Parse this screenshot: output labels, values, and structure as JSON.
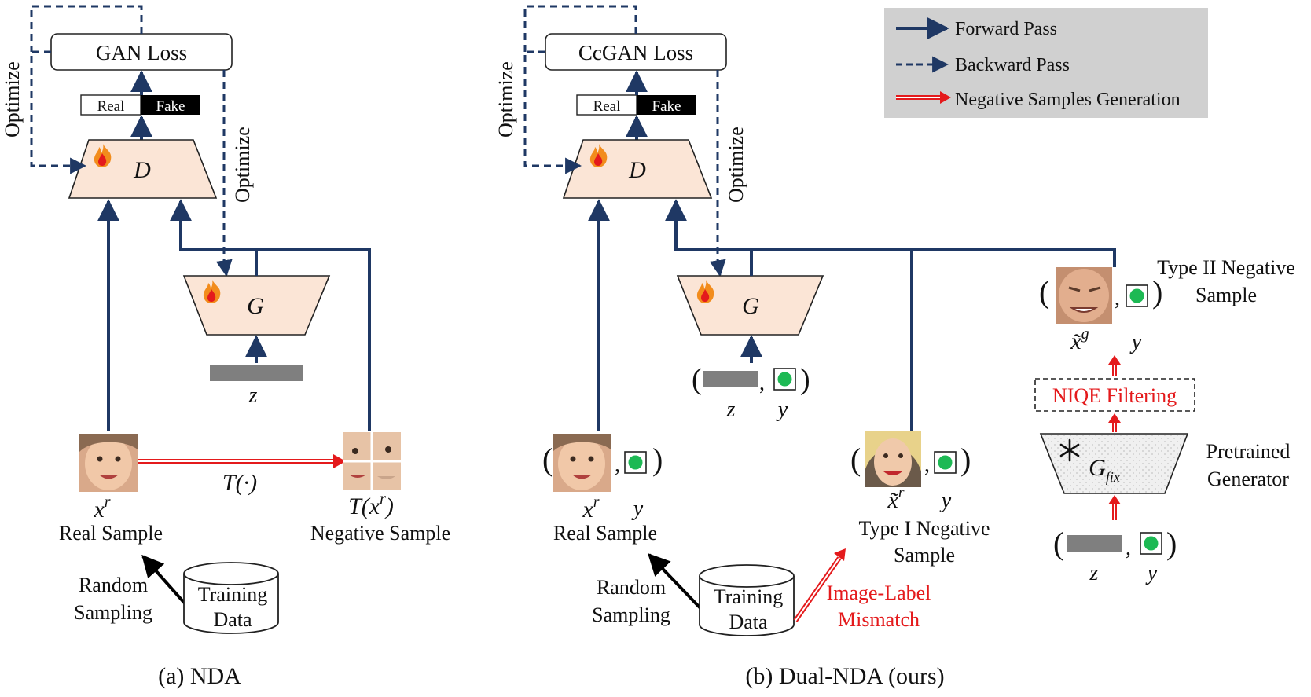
{
  "legend": {
    "forward": "Forward Pass",
    "backward": "Backward Pass",
    "negative_gen": "Negative Samples Generation"
  },
  "panel_a": {
    "caption": "(a) NDA",
    "loss": "GAN Loss",
    "real": "Real",
    "fake": "Fake",
    "disc": "D",
    "gen": "G",
    "optimize": "Optimize",
    "z": "z",
    "x_real": "x",
    "x_sup": "r",
    "real_sample": "Real Sample",
    "transform": "T(·)",
    "tx": "T(x",
    "tx_sup": "r",
    "tx_close": ")",
    "negative_sample": "Negative Sample",
    "random": "Random",
    "sampling": "Sampling",
    "training": "Training",
    "data": "Data"
  },
  "panel_b": {
    "caption": "(b) Dual-NDA (ours)",
    "loss": "CcGAN Loss",
    "real": "Real",
    "fake": "Fake",
    "disc": "D",
    "gen": "G",
    "optimize": "Optimize",
    "z": "z",
    "y": "y",
    "x_real": "x",
    "x_sup": "r",
    "real_sample": "Real Sample",
    "x_tilde_r": "x̃",
    "x_tilde_g": "x̃",
    "sup_g": "g",
    "type1_line1": "Type I Negative",
    "type1_line2": "Sample",
    "type2_line1": "Type II Negative",
    "type2_line2": "Sample",
    "niqe": "NIQE Filtering",
    "gfix": "G",
    "gfix_sub": "fix",
    "pretrained_line1": "Pretrained",
    "pretrained_line2": "Generator",
    "mismatch_line1": "Image-Label",
    "mismatch_line2": "Mismatch",
    "random": "Random",
    "sampling": "Sampling",
    "training": "Training",
    "data": "Data"
  },
  "colors": {
    "arrow": "#1f3864",
    "red": "#e41a1c",
    "trapezoid": "#fbe5d6",
    "label_dot": "#1db954",
    "z_bar": "#7f7f7f",
    "legend_bg": "#d0d0d0"
  }
}
